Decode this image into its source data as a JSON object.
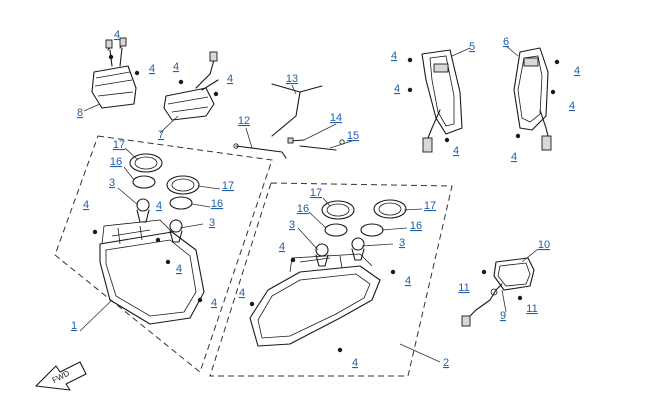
{
  "callouts": [
    {
      "text": "1",
      "color": "#1f5fa8"
    },
    {
      "text": "2"
    },
    {
      "text": "3"
    },
    {
      "text": "4"
    },
    {
      "text": "5"
    },
    {
      "text": "6"
    },
    {
      "text": "7"
    },
    {
      "text": "8"
    },
    {
      "text": "9"
    },
    {
      "text": "10"
    },
    {
      "text": "11"
    },
    {
      "text": "12"
    },
    {
      "text": "13"
    },
    {
      "text": "14"
    },
    {
      "text": "15"
    },
    {
      "text": "16"
    },
    {
      "text": "17"
    }
  ],
  "arrow": {
    "text": "FWD",
    "icon": "forward-arrow-icon"
  }
}
